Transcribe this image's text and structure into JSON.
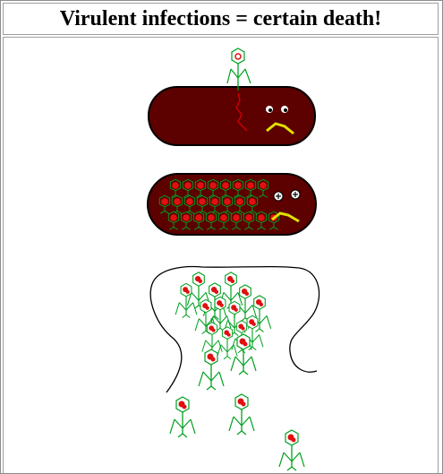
{
  "title": "Virulent infections = certain death!",
  "illustration": {
    "stages": [
      "phage-attachment",
      "phage-replication",
      "cell-lysis"
    ],
    "colors": {
      "bacterium": "#5c0000",
      "bacterium_outline": "#000000",
      "phage_head": "#e01010",
      "phage_body": "#00a020",
      "mouth": "#e0e000",
      "injected_dna": "#cc0000",
      "lysed_membrane": "#000000"
    }
  }
}
